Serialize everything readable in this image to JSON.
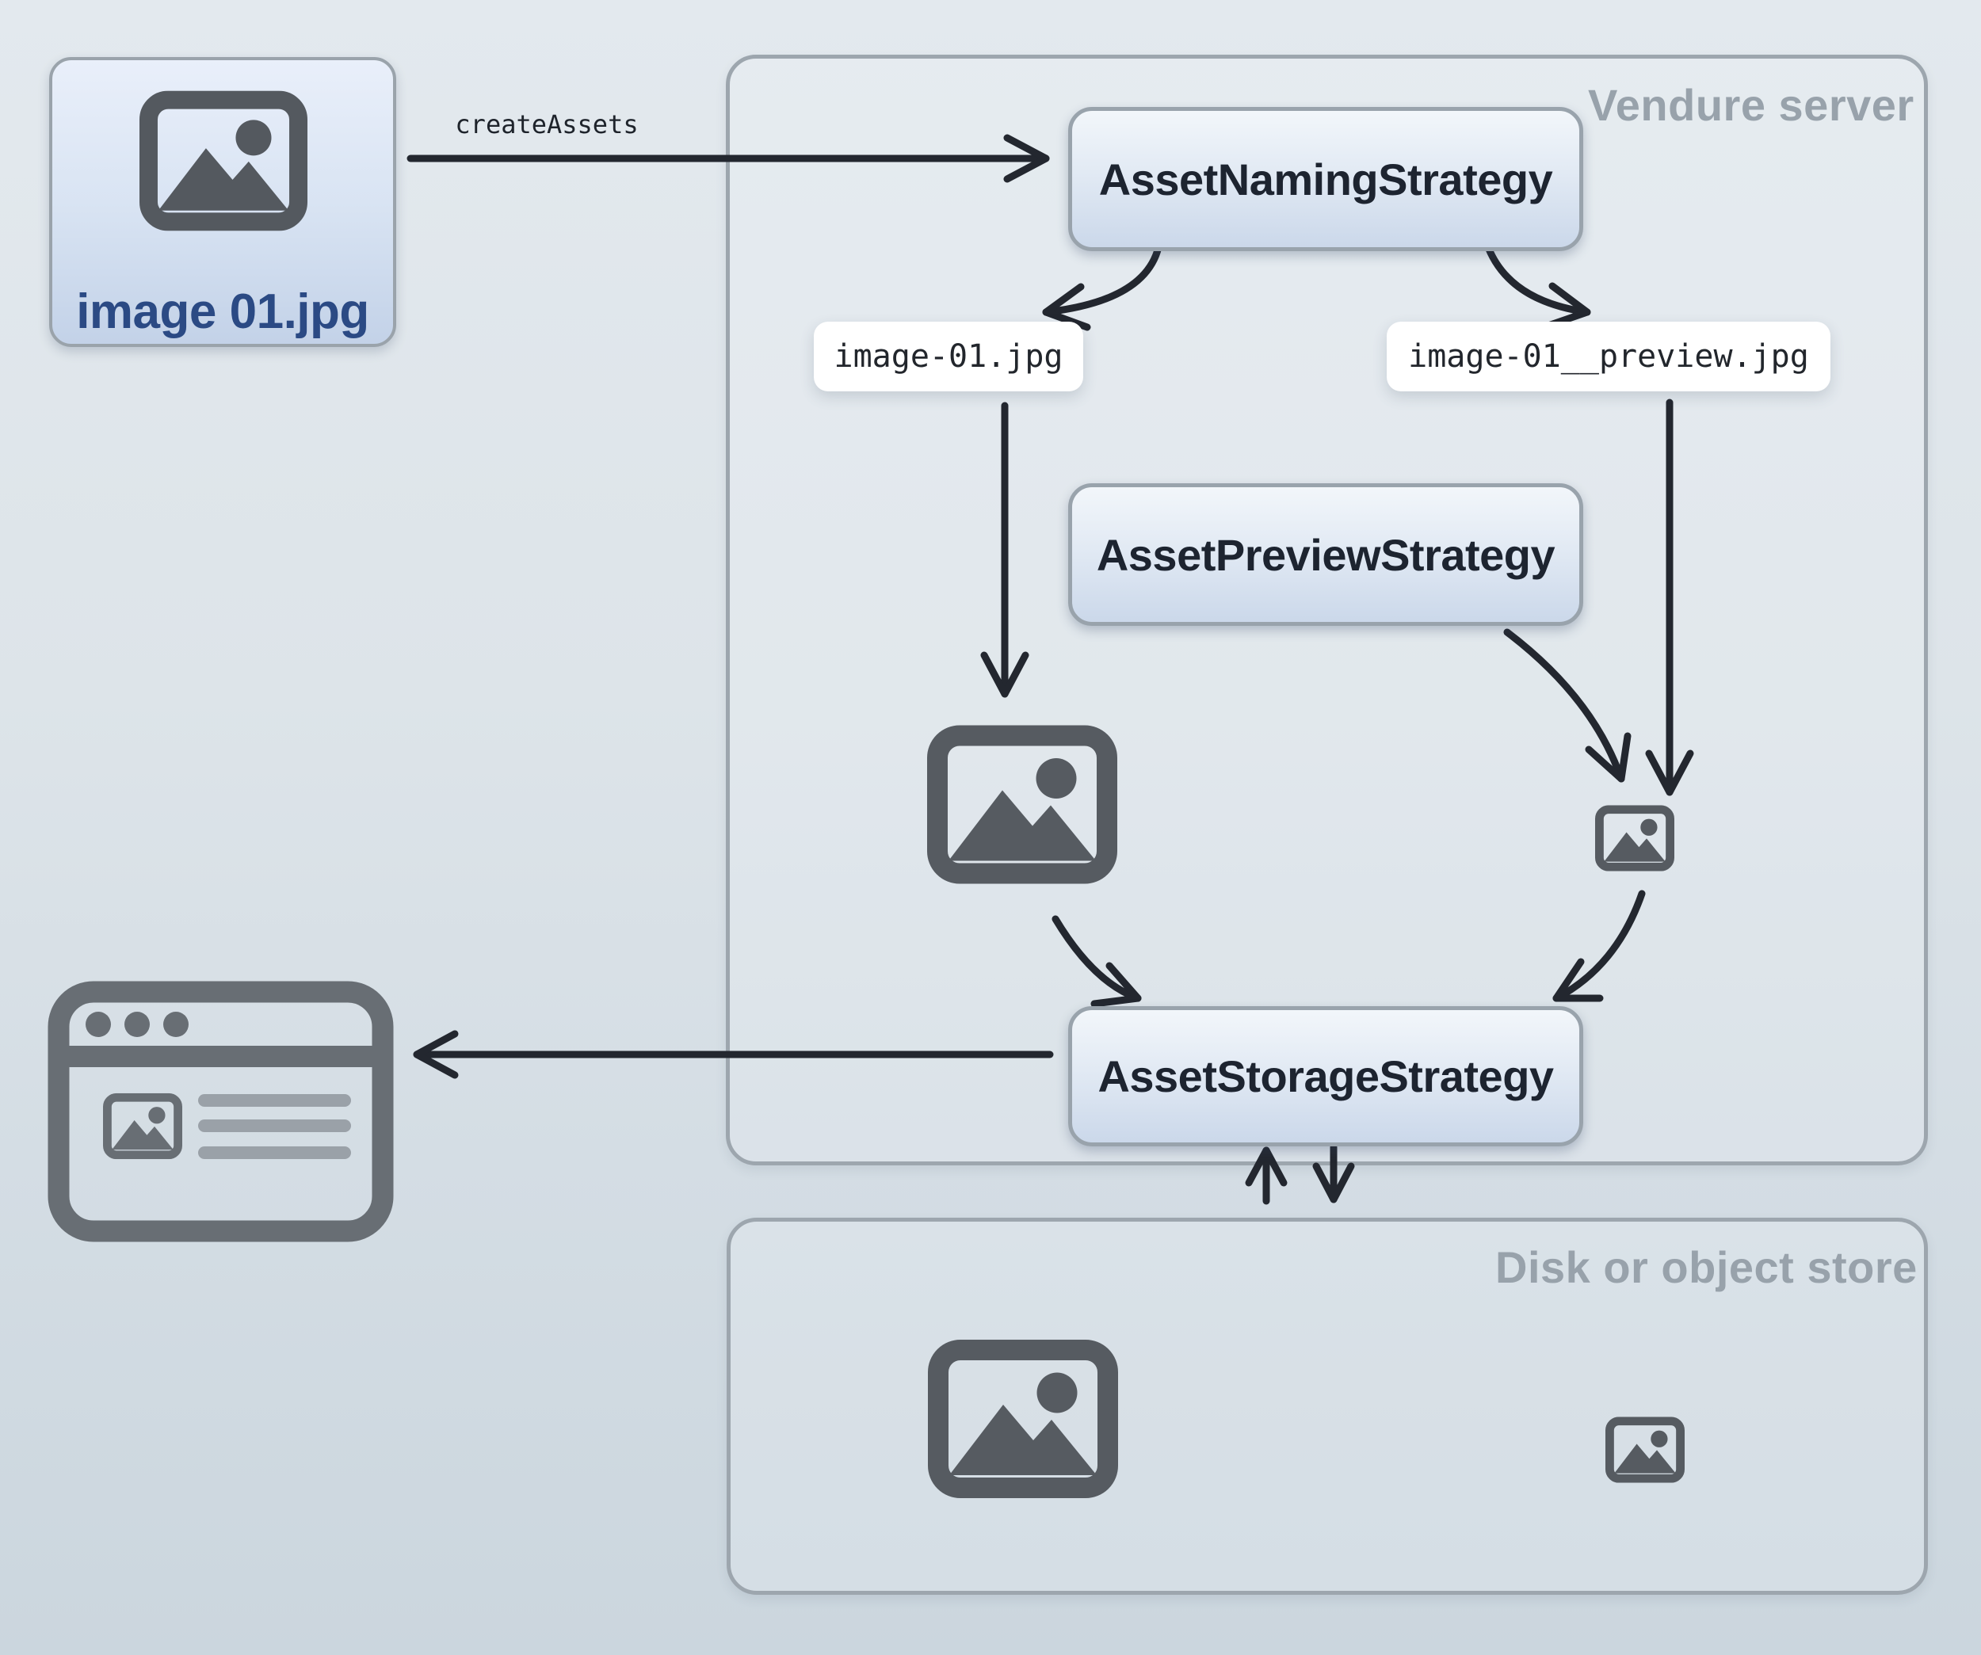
{
  "source_file": {
    "label": "image 01.jpg",
    "icon": "image-icon"
  },
  "call_arrow": {
    "label": "createAssets"
  },
  "server": {
    "title": "Vendure server",
    "nodes": {
      "naming": "AssetNamingStrategy",
      "preview": "AssetPreviewStrategy",
      "storage": "AssetStorageStrategy"
    },
    "filenames": {
      "source": "image-01.jpg",
      "preview": "image-01__preview.jpg"
    },
    "icons": {
      "source_image": "image-icon-large",
      "preview_image": "image-icon-small"
    }
  },
  "client": {
    "icon": "browser-window-icon"
  },
  "store": {
    "title": "Disk or object store",
    "icons": {
      "source_image": "image-icon-large",
      "preview_image": "image-icon-small"
    }
  },
  "colors": {
    "background_top": "#e3e9ee",
    "background_bottom": "#cbd6de",
    "node_fill_top": "#f2f6fa",
    "node_fill_bottom": "#cbd8ea",
    "node_border": "#99a3ac",
    "node_text": "#1d2430",
    "container_border": "#9da6ae",
    "container_label": "#98a2ab",
    "filename_chip_bg": "#ffffff",
    "mono_text": "#22262c",
    "arrow": "#23272f",
    "image_icon_gray": "#565b61",
    "browser_icon_gray": "#686e74",
    "source_label_blue": "#2b4a84"
  }
}
